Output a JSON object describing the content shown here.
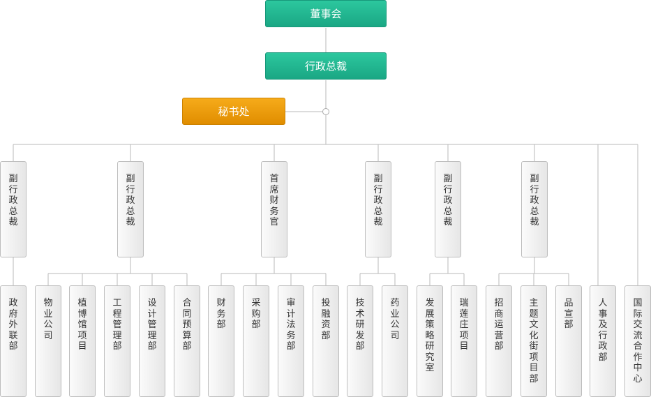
{
  "board": "董事会",
  "ceo": "行政总裁",
  "secretariat": "秘书处",
  "level2": [
    {
      "label": "副行政总裁"
    },
    {
      "label": "副行政总裁"
    },
    {
      "label": "首席财务官"
    },
    {
      "label": "副行政总裁"
    },
    {
      "label": "副行政总裁"
    },
    {
      "label": "副行政总裁"
    }
  ],
  "departments": [
    {
      "label": "政府外联部"
    },
    {
      "label": "物业公司"
    },
    {
      "label": "植博馆项目"
    },
    {
      "label": "工程管理部"
    },
    {
      "label": "设计管理部"
    },
    {
      "label": "合同预算部"
    },
    {
      "label": "财务部"
    },
    {
      "label": "采购部"
    },
    {
      "label": "审计法务部"
    },
    {
      "label": "投融资部"
    },
    {
      "label": "技术研发部"
    },
    {
      "label": "药业公司"
    },
    {
      "label": "发展策略研究室"
    },
    {
      "label": "瑞莲庄项目"
    },
    {
      "label": "招商运营部"
    },
    {
      "label": "主题文化街项目部"
    },
    {
      "label": "品宣部"
    },
    {
      "label": "人事及行政部"
    },
    {
      "label": "国际交流合作中心"
    }
  ]
}
